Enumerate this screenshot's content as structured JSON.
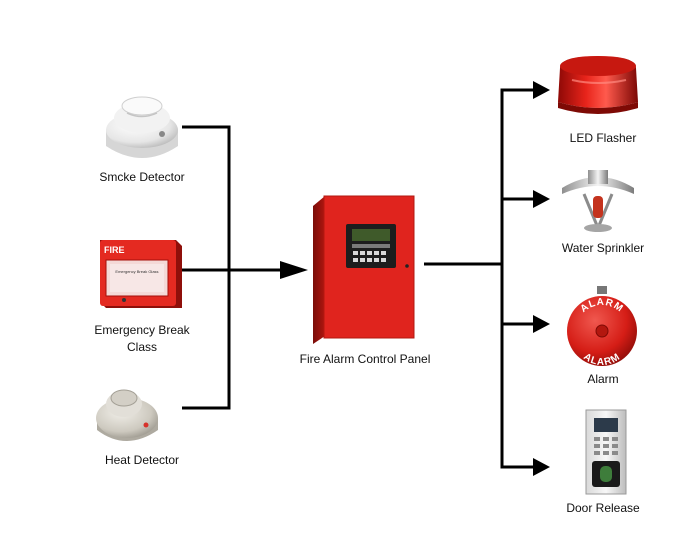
{
  "inputs": [
    {
      "label": "Smcke Detector",
      "icon": "smoke-detector-icon"
    },
    {
      "label_line1": "Emergency Break",
      "label_line2": "Class",
      "icon": "break-glass-icon",
      "panel_text": "FIRE",
      "panel_subtext": "Emergency Break Glass"
    },
    {
      "label": "Heat Detector",
      "icon": "heat-detector-icon"
    }
  ],
  "center": {
    "label": "Fire Alarm Control Panel",
    "icon": "control-panel-icon"
  },
  "outputs": [
    {
      "label": "LED Flasher",
      "icon": "led-flasher-icon"
    },
    {
      "label": "Water Sprinkler",
      "icon": "sprinkler-icon"
    },
    {
      "label": "Alarm",
      "icon": "alarm-bell-icon",
      "bell_text": "ALARM"
    },
    {
      "label": "Door Release",
      "icon": "door-release-icon"
    }
  ],
  "colors": {
    "line": "#000000",
    "red": "#e0241e",
    "dark_red": "#a3120e",
    "gray": "#c9c6be"
  }
}
